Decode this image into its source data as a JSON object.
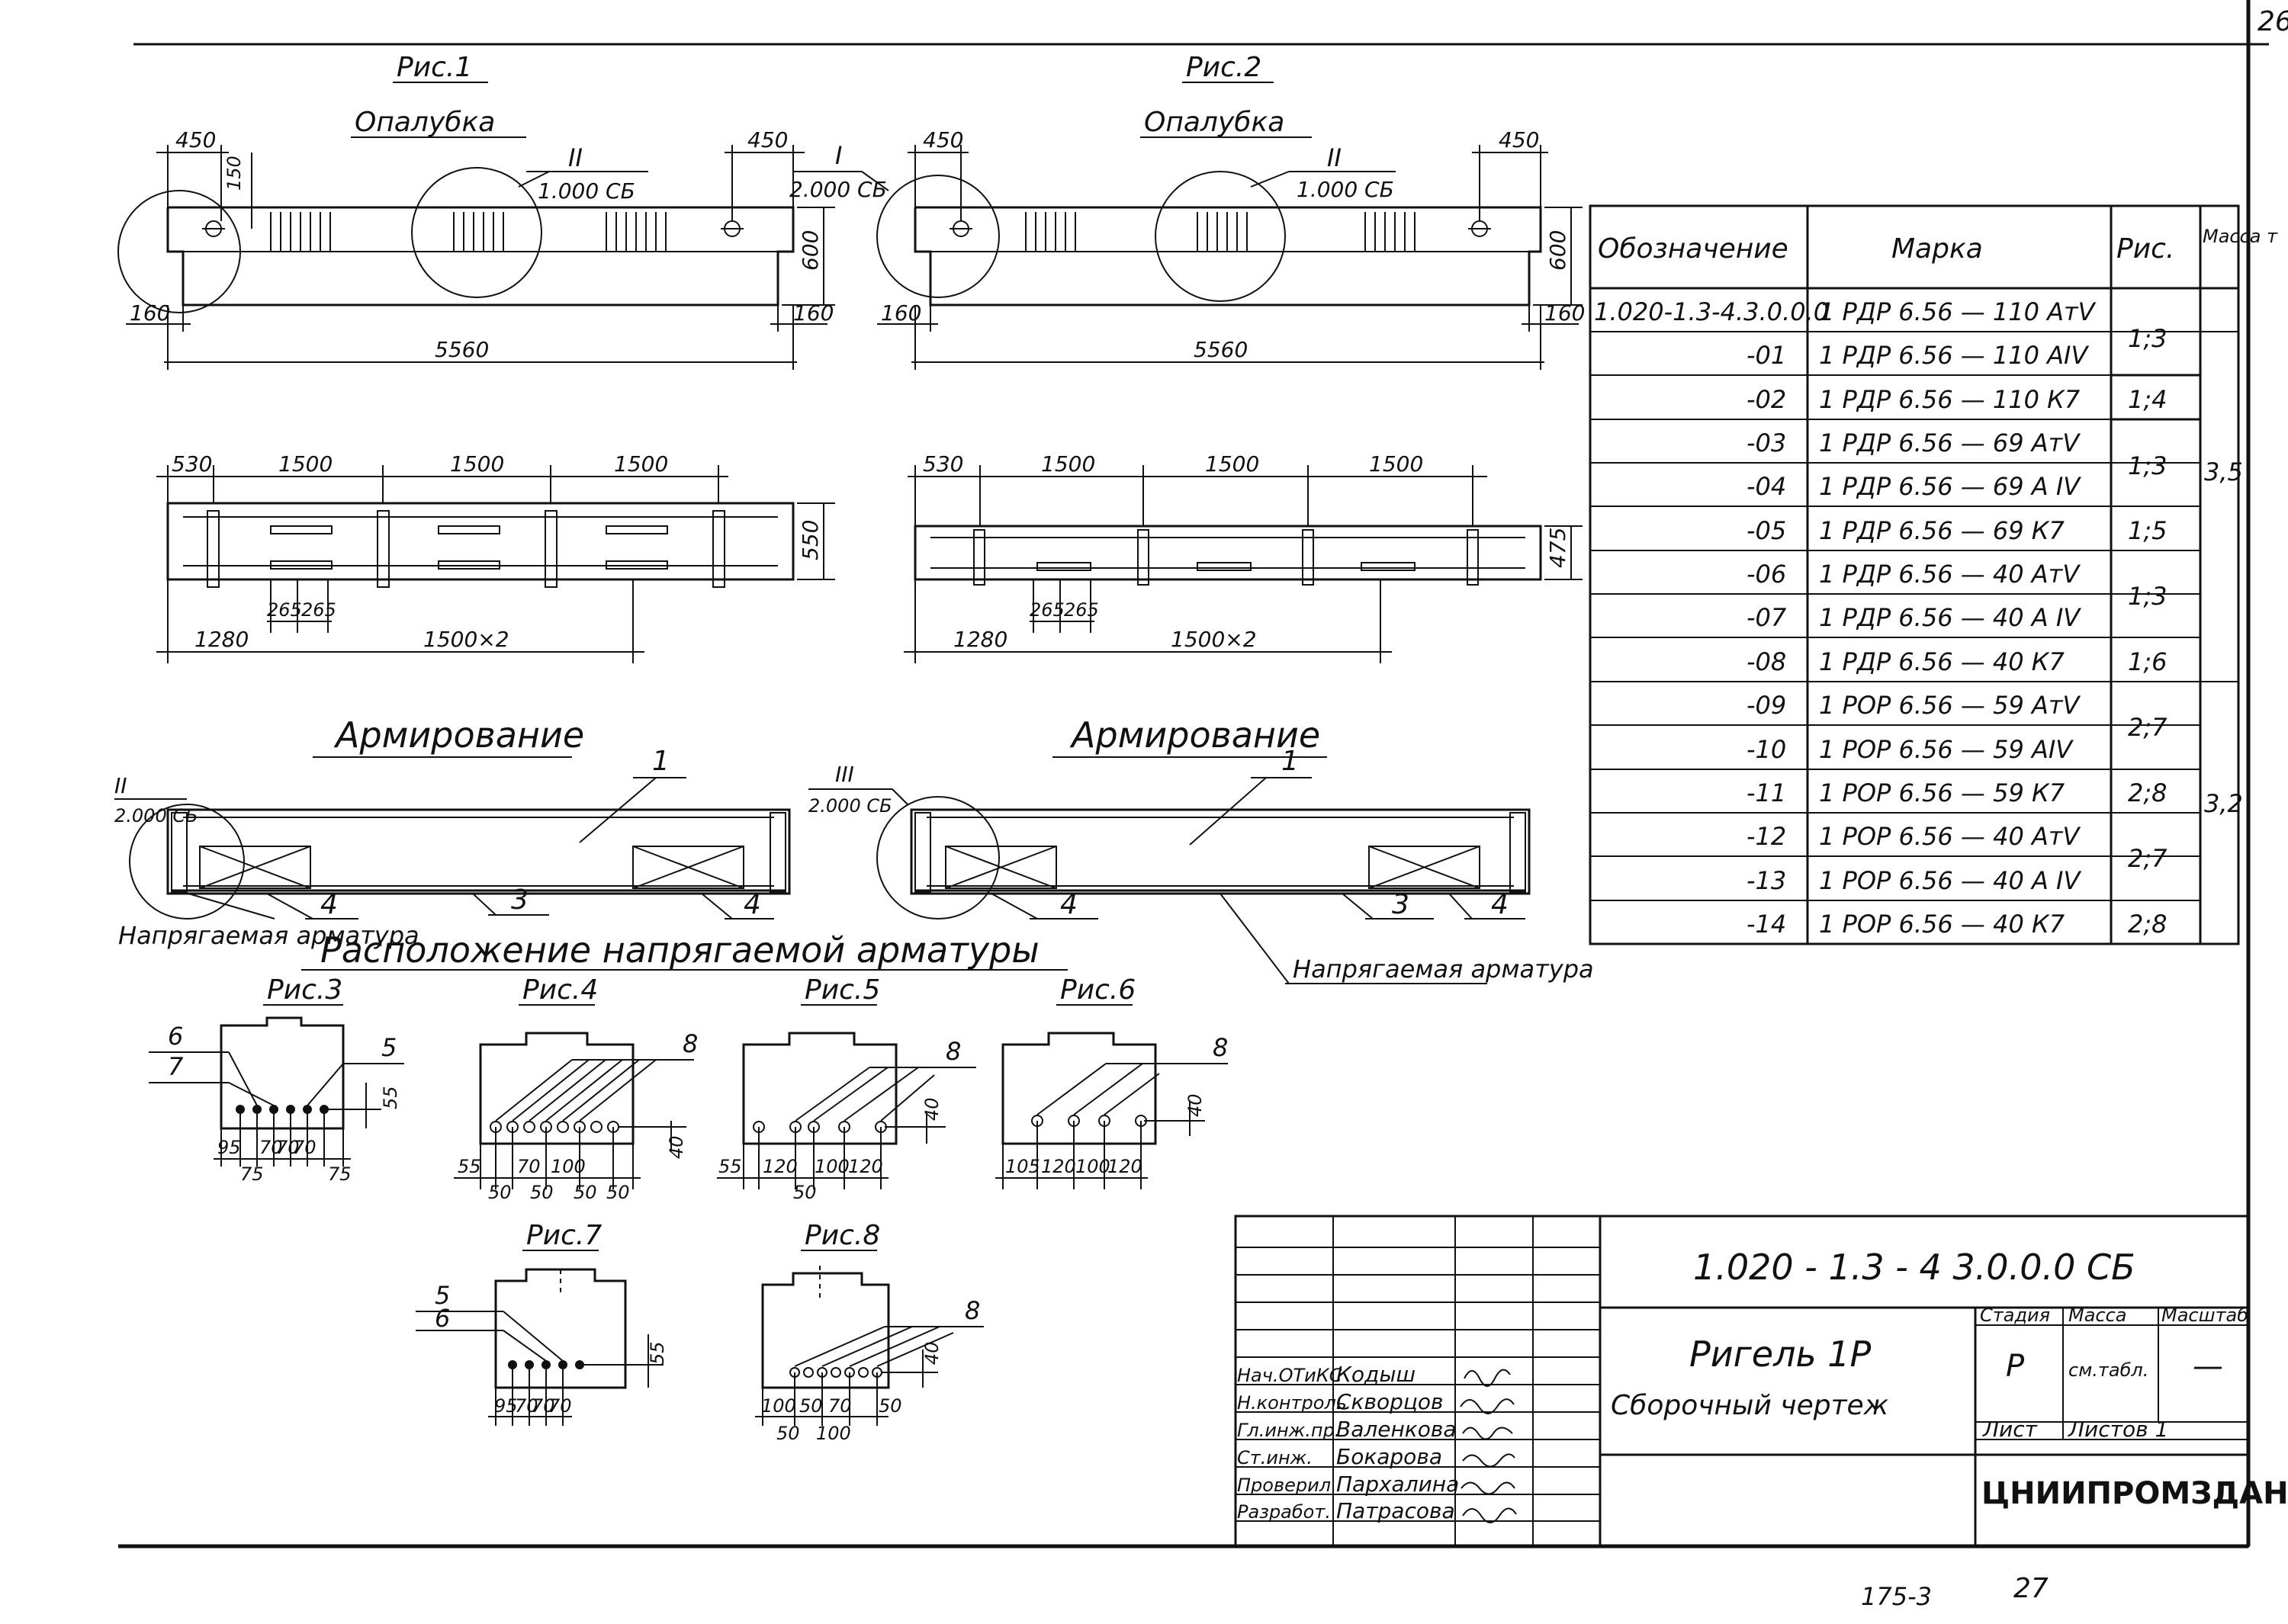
{
  "sheet_corner": "26",
  "bottom_marks": {
    "left": "175-3",
    "right": "27"
  },
  "fig1": {
    "caption": "Рис.1",
    "subtitle": "Опалубка",
    "dims": [
      "450",
      "150",
      "450",
      "600",
      "160",
      "160",
      "5560"
    ],
    "callout_num": "II",
    "callout_ref": "1.000 СБ",
    "plan_dims": [
      "530",
      "1500",
      "1500",
      "1500",
      "550",
      "265",
      "265",
      "1280",
      "1500×2"
    ]
  },
  "fig2": {
    "caption": "Рис.2",
    "subtitle": "Опалубка",
    "dims": [
      "450",
      "450",
      "600",
      "160",
      "160",
      "5560"
    ],
    "callout1_num": "I",
    "callout1_ref": "2.000 СБ",
    "callout2_num": "II",
    "callout2_ref": "1.000 СБ",
    "plan_dims": [
      "530",
      "1500",
      "1500",
      "1500",
      "475",
      "265",
      "265",
      "1280",
      "1500×2"
    ]
  },
  "reinf1": {
    "title": "Армирование",
    "num": "II",
    "ref": "2.000 СБ",
    "pos": [
      "1",
      "3",
      "4",
      "4"
    ],
    "note": "Напрягаемая арматура"
  },
  "reinf2": {
    "title": "Армирование",
    "num": "III",
    "ref": "2.000 СБ",
    "pos": [
      "1",
      "4",
      "3",
      "4"
    ],
    "note": "Напрягаемая арматура"
  },
  "layout_title": "Расположение напрягаемой арматуры",
  "sections": [
    {
      "caption": "Рис.3",
      "labels": [
        "6",
        "5",
        "7"
      ],
      "dims": [
        "95",
        "70",
        "70",
        "70",
        "75",
        "75",
        "55"
      ]
    },
    {
      "caption": "Рис.4",
      "labels": [
        "8"
      ],
      "dims": [
        "55",
        "50",
        "70",
        "50",
        "100",
        "50",
        "50",
        "40"
      ]
    },
    {
      "caption": "Рис.5",
      "labels": [
        "8"
      ],
      "dims": [
        "55",
        "120",
        "50",
        "100",
        "120",
        "40"
      ]
    },
    {
      "caption": "Рис.6",
      "labels": [
        "8"
      ],
      "dims": [
        "105",
        "120",
        "100",
        "120",
        "40"
      ]
    },
    {
      "caption": "Рис.7",
      "labels": [
        "5",
        "6"
      ],
      "dims": [
        "95",
        "70",
        "70",
        "70",
        "55"
      ]
    },
    {
      "caption": "Рис.8",
      "labels": [
        "8"
      ],
      "dims": [
        "100",
        "50",
        "70",
        "50",
        "50",
        "100",
        "40"
      ]
    }
  ],
  "spec_table": {
    "headers": [
      "Обозначение",
      "Марка",
      "Рис.",
      "Масса т"
    ],
    "rows": [
      {
        "code": "1.020-1.3-4.3.0.0.0",
        "mark": "1 РДР 6.56 — 110 АтV"
      },
      {
        "code": "-01",
        "mark": "1 РДР 6.56 — 110 АIV"
      },
      {
        "code": "-02",
        "mark": "1 РДР 6.56 — 110 К7"
      },
      {
        "code": "-03",
        "mark": "1 РДР 6.56 — 69 АтV"
      },
      {
        "code": "-04",
        "mark": "1 РДР 6.56 — 69 А IV"
      },
      {
        "code": "-05",
        "mark": "1 РДР 6.56 — 69 К7"
      },
      {
        "code": "-06",
        "mark": "1 РДР 6.56 — 40 АтV"
      },
      {
        "code": "-07",
        "mark": "1 РДР 6.56 — 40 А IV"
      },
      {
        "code": "-08",
        "mark": "1 РДР 6.56 — 40 К7"
      },
      {
        "code": "-09",
        "mark": "1 РОР 6.56 — 59 АтV"
      },
      {
        "code": "-10",
        "mark": "1 РОР 6.56 — 59 АIV"
      },
      {
        "code": "-11",
        "mark": "1 РОР 6.56 — 59 К7"
      },
      {
        "code": "-12",
        "mark": "1 РОР 6.56 — 40 АтV"
      },
      {
        "code": "-13",
        "mark": "1 РОР 6.56 — 40 А IV"
      },
      {
        "code": "-14",
        "mark": "1 РОР 6.56 — 40 К7"
      }
    ],
    "ris_values": [
      "1;3",
      "1;4",
      "1;3",
      "1;5",
      "1;3",
      "1;6",
      "2;7",
      "2;8",
      "2;7",
      "2;8"
    ],
    "mass_values": [
      "3,5",
      "3,2"
    ]
  },
  "title_block": {
    "doc_code": "1.020 - 1.3 - 4 3.0.0.0 СБ",
    "product_name": "Ригель 1Р",
    "drawing_type": "Сборочный чертеж",
    "stage_header": "Стадия",
    "mass_header": "Масса",
    "scale_header": "Масштаб",
    "stage_value": "Р",
    "mass_value": "см.табл.",
    "scale_value": "—",
    "sheet_label": "Лист",
    "sheets_label": "Листов 1",
    "organization": "ЦНИИПРОМЗДАНИЙ",
    "signatures": [
      {
        "role": "Нач.ОТиКС",
        "name": "Кодыш"
      },
      {
        "role": "Н.контроль",
        "name": "Скворцов"
      },
      {
        "role": "Гл.инж.пр.",
        "name": "Валенкова"
      },
      {
        "role": "Ст.инж.",
        "name": "Бокарова"
      },
      {
        "role": "Проверил",
        "name": "Пархалина"
      },
      {
        "role": "Разработ.",
        "name": "Патрасова"
      }
    ]
  }
}
